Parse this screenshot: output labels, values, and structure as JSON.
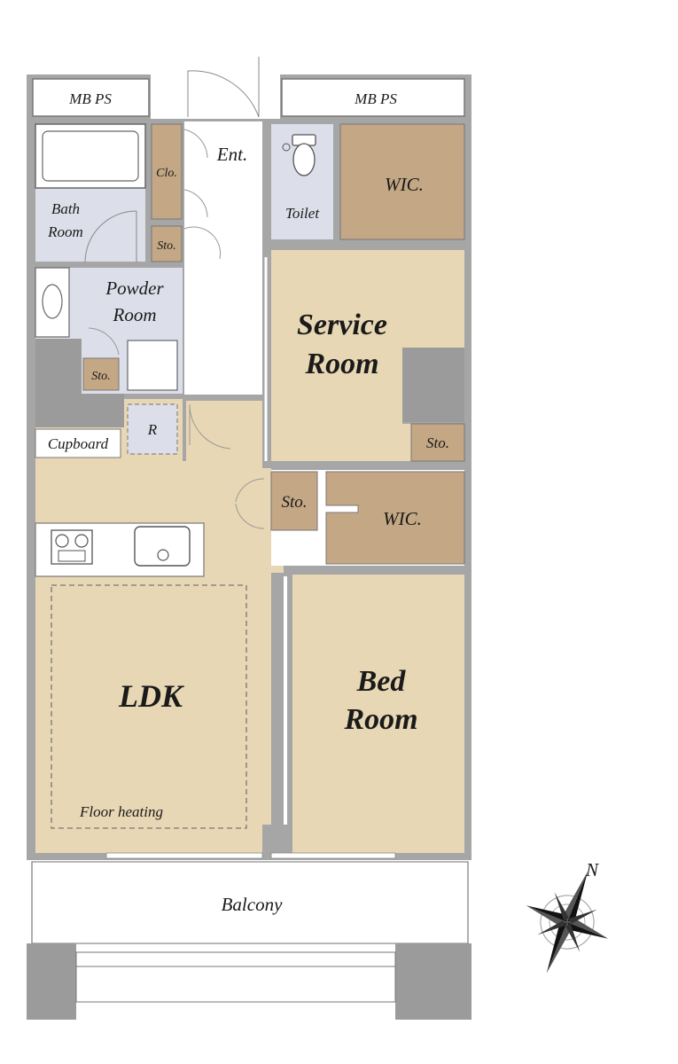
{
  "colors": {
    "wall": "#a6a6a6",
    "wood_room": "#e8d7b4",
    "wet_area": "#dcdfe9",
    "storage": "#c4a784",
    "pillar": "#9b9b9b",
    "outline": "#6b6b6b"
  },
  "rooms": {
    "mbps_left": "MB PS",
    "mbps_right": "MB PS",
    "entrance": "Ent.",
    "closet": "Clo.",
    "storage_entry": "Sto.",
    "bath_line1": "Bath",
    "bath_line2": "Room",
    "powder_line1": "Powder",
    "powder_line2": "Room",
    "storage_powder": "Sto.",
    "cupboard": "Cupboard",
    "refrigerator": "R",
    "toilet": "Toilet",
    "wic_top": "WIC.",
    "service_line1": "Service",
    "service_line2": "Room",
    "storage_service": "Sto.",
    "storage_mid": "Sto.",
    "wic_mid": "WIC.",
    "ldk": "LDK",
    "floor_heating": "Floor heating",
    "bed_line1": "Bed",
    "bed_line2": "Room",
    "balcony": "Balcony"
  },
  "compass": {
    "north_mark": "N",
    "icon": "compass-rose-icon"
  }
}
